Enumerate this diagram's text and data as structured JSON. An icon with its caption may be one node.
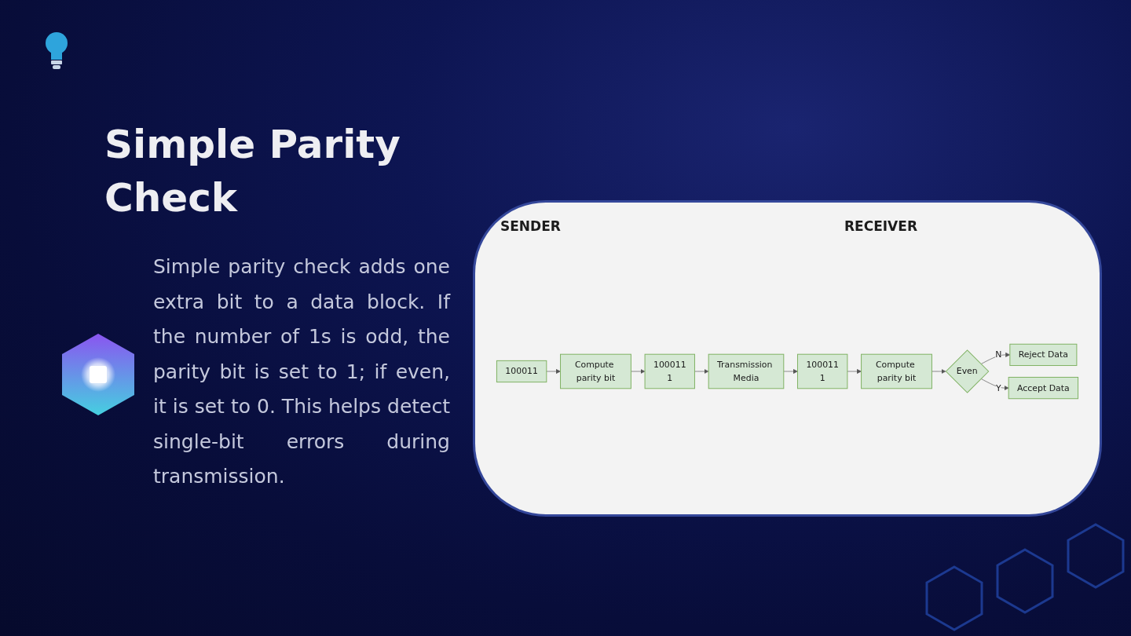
{
  "diagram": {
    "title": "Simple Parity Check",
    "nodes": [
      {
        "text": [
          "100011"
        ]
      },
      {
        "text": [
          "Compute parity bit"
        ]
      },
      {
        "text": [
          "100011",
          "1"
        ]
      },
      {
        "text": [
          "Transmission Media"
        ]
      },
      {
        "text": [
          "100011",
          "1"
        ]
      },
      {
        "text": [
          "Compute parity bit"
        ]
      },
      {
        "text": [
          "Even"
        ]
      },
      {
        "text": [
          "Reject Data"
        ]
      },
      {
        "text": [
          "Accept Data"
        ]
      }
    ],
    "edges": [
      {
        "from": 0,
        "to": 1,
        "arrow": "to"
      },
      {
        "from": 1,
        "to": 2,
        "arrow": "to"
      },
      {
        "from": 2,
        "to": 3,
        "arrow": "to"
      },
      {
        "from": 3,
        "to": 4,
        "arrow": "to"
      },
      {
        "from": 4,
        "to": 5,
        "arrow": "to"
      },
      {
        "from": 5,
        "to": 6,
        "arrow": "to"
      },
      {
        "from": 6,
        "to": 7,
        "arrow": "to",
        "label": "N"
      },
      {
        "from": 6,
        "to": 8,
        "arrow": "to",
        "label": "Y"
      }
    ],
    "labels": [
      "Simple parity check adds one extra bit to a data block. If the number of 1s is odd, the parity bit is set to 1; if even, it is set to 0. This helps detect single-bit errors during transmission.",
      "SENDER",
      "RECEIVER"
    ]
  }
}
